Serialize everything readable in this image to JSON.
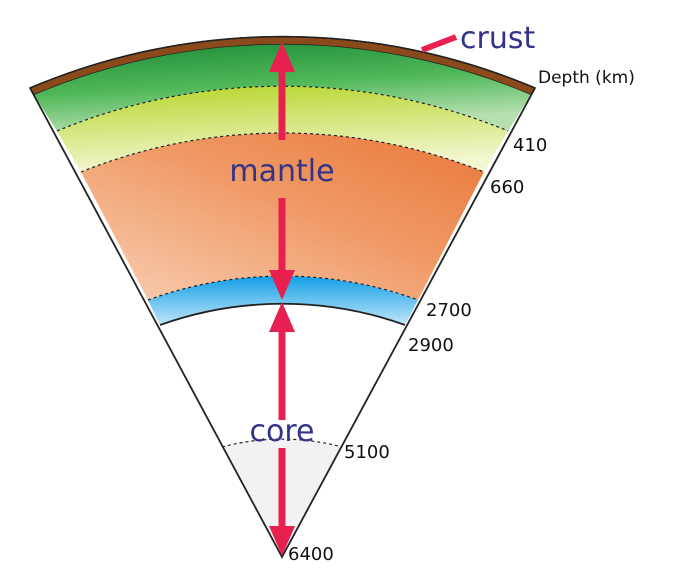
{
  "labels": {
    "crust": "crust",
    "mantle": "mantle",
    "core": "core",
    "depth_header": "Depth (km)"
  },
  "depths": {
    "d410": "410",
    "d660": "660",
    "d2700": "2700",
    "d2900": "2900",
    "d5100": "5100",
    "d6400": "6400"
  },
  "colors": {
    "crust": "#8B4A1C",
    "upper_mantle_top": "#1f8f3a",
    "upper_mantle_bottom": "#8fd18a",
    "transition_top": "#b8d82a",
    "transition_bottom": "#f1f5c8",
    "lower_mantle_left": "#f6c3a0",
    "lower_mantle_right": "#ea7c3c",
    "d_double_prime_top": "#1aa3e8",
    "d_double_prime_bottom": "#a9dcf7",
    "inner_core": "#f2f2f4",
    "arrow": "#e8204f",
    "label_text": "#33338a",
    "depth_text": "#111111"
  }
}
